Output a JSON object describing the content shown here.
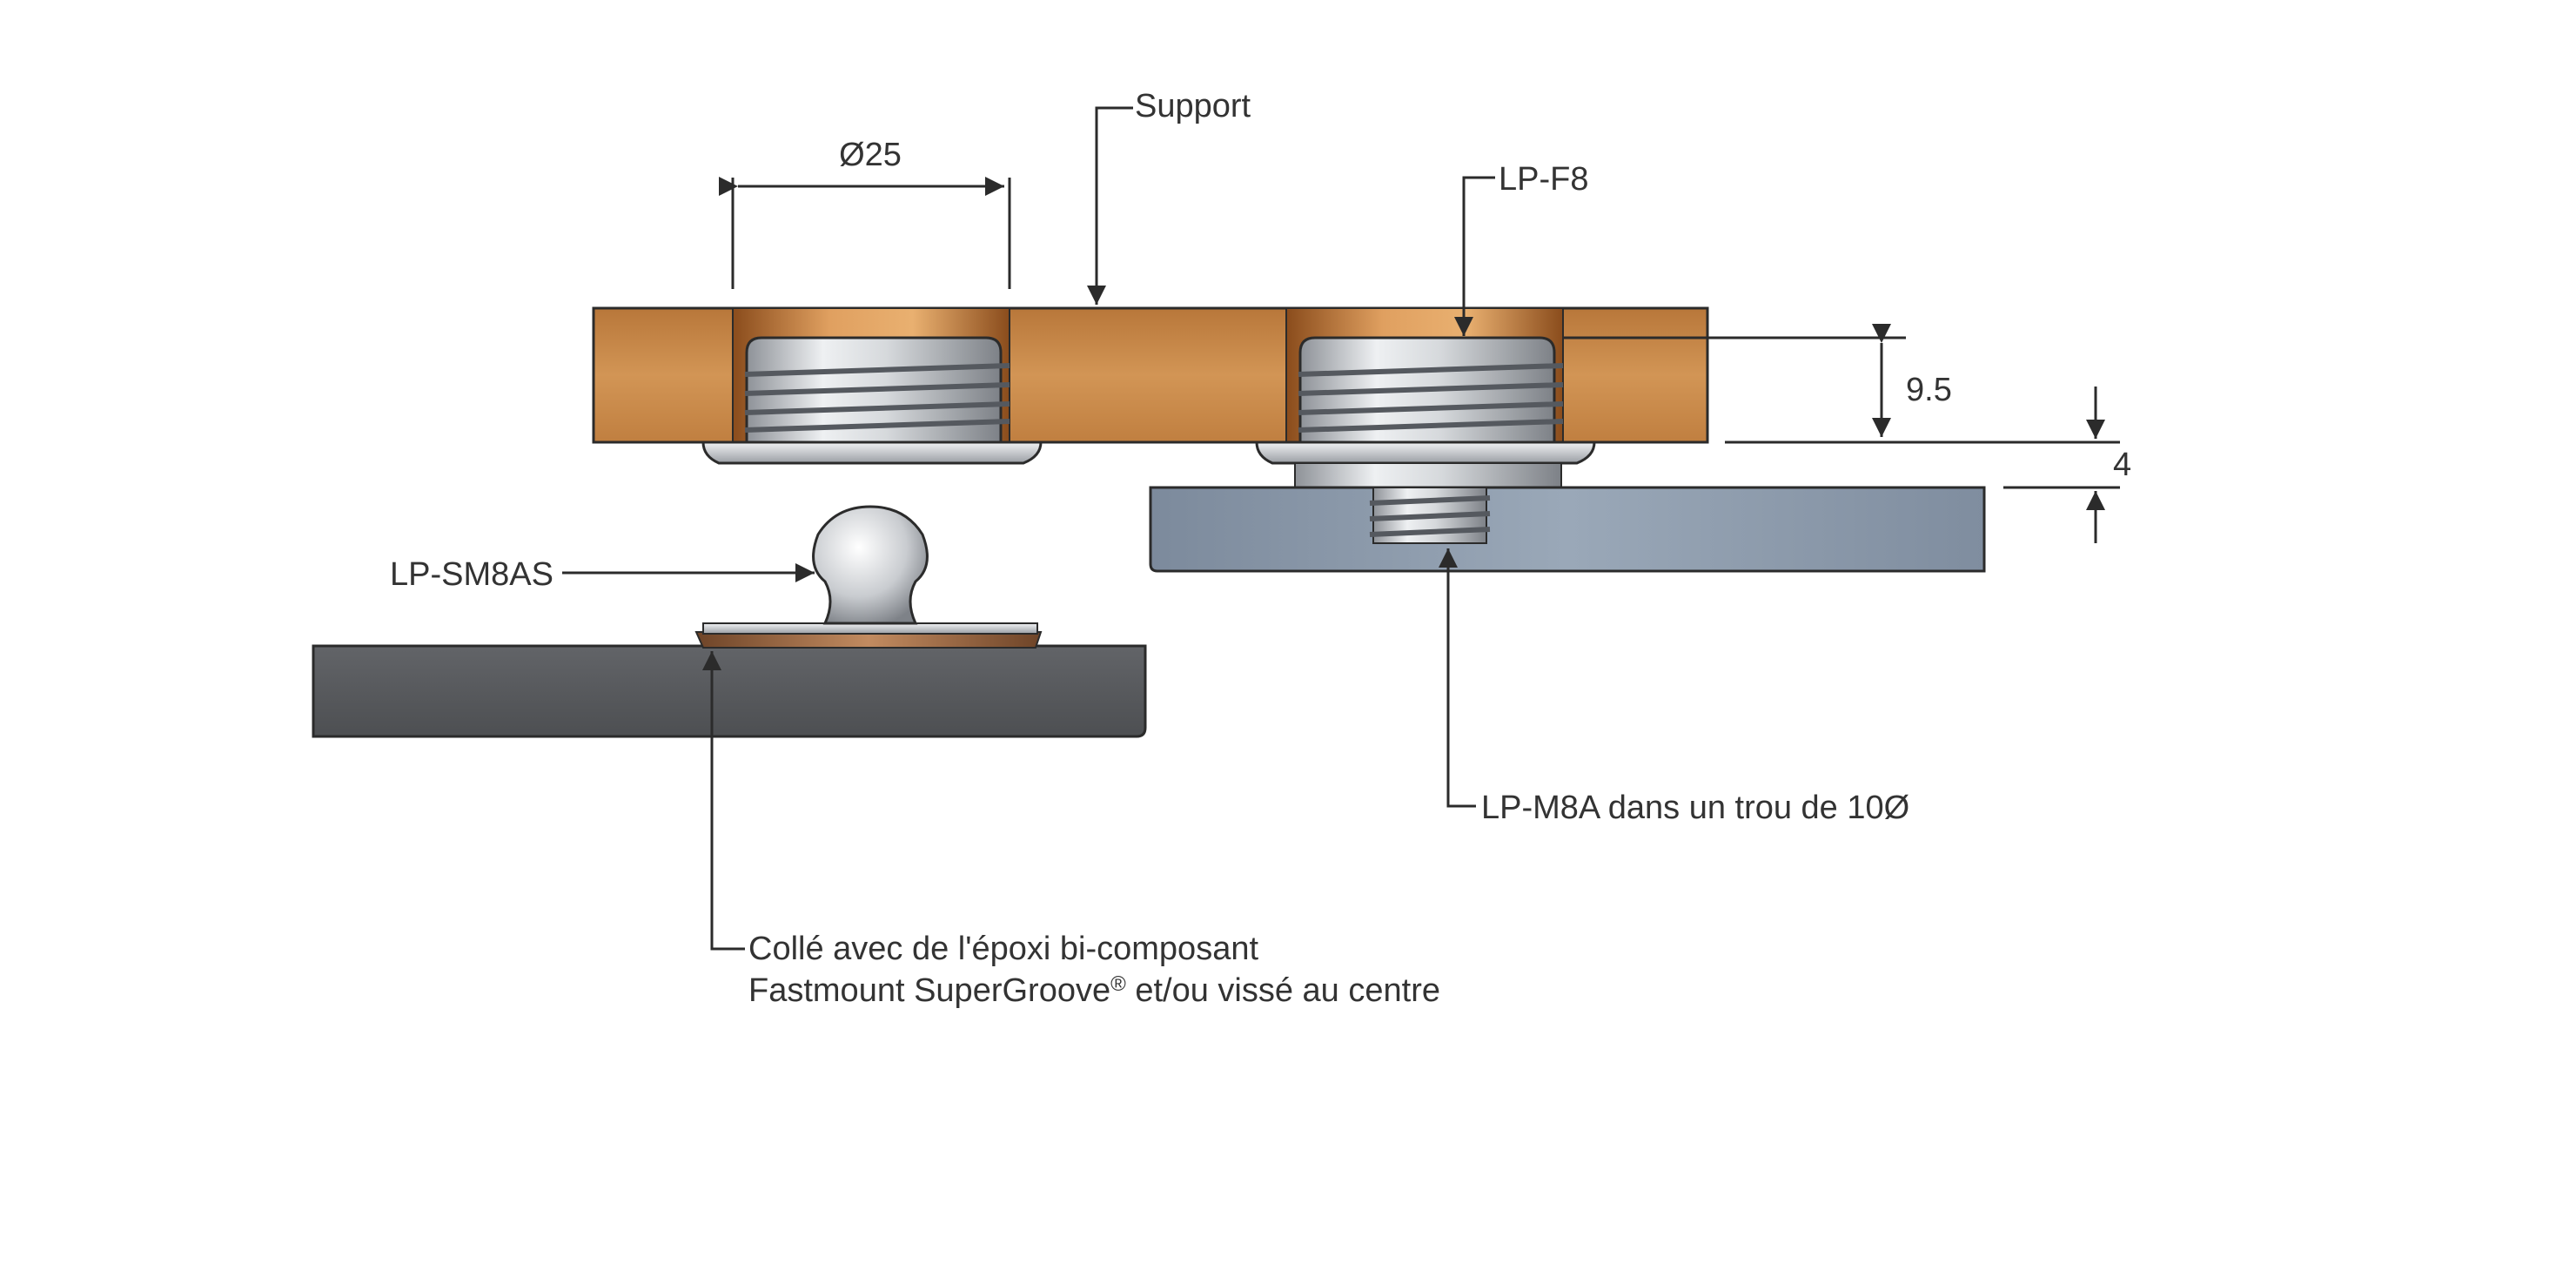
{
  "labels": {
    "support": "Support",
    "lp_f8": "LP-F8",
    "lp_sm8as": "LP-SM8AS",
    "lp_m8a": "LP-M8A dans un trou de 10Ø",
    "glue_line1": "Collé avec de l'époxi bi-composant",
    "glue_line2_pre": "Fastmount SuperGroove",
    "glue_line2_reg": "®",
    "glue_line2_post": " et/ou vissé au centre"
  },
  "dimensions": {
    "diameter": "Ø25",
    "height_9_5": "9.5",
    "gap_4": "4"
  },
  "colors": {
    "wood": "#c98a45",
    "wood_dark": "#a8682a",
    "steel": "#cfd2d6",
    "steel_dark": "#8c9096",
    "blue_panel": "#8d9bac",
    "grey_panel": "#595b5e",
    "copper": "#b07a52",
    "line": "#2b2b2b"
  }
}
